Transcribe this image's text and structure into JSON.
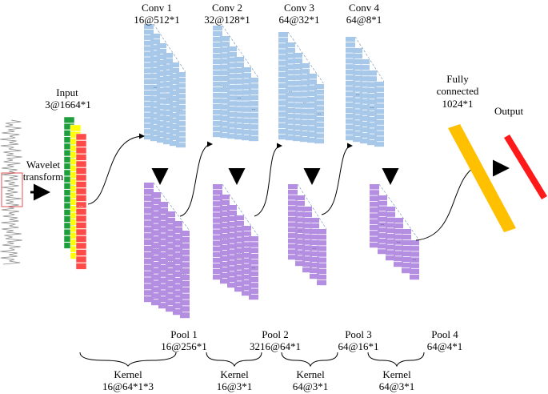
{
  "input": {
    "title": "Input",
    "shape": "3@1664*1"
  },
  "wavelet": {
    "line1": "Wavelet",
    "line2": "transform"
  },
  "conv_layers": [
    {
      "title": "Conv 1",
      "shape": "16@512*1"
    },
    {
      "title": "Conv 2",
      "shape": "32@128*1"
    },
    {
      "title": "Conv 3",
      "shape": "64@32*1"
    },
    {
      "title": "Conv 4",
      "shape": "64@8*1"
    }
  ],
  "pool_layers": [
    {
      "title": "Pool 1",
      "shape": "16@256*1"
    },
    {
      "title": "Pool 2",
      "shape": "3216@64*1"
    },
    {
      "title": "Pool 3",
      "shape": "64@16*1"
    },
    {
      "title": "Pool 4",
      "shape": "64@4*1"
    }
  ],
  "kernels": [
    {
      "title": "Kernel",
      "shape": "16@64*1*3"
    },
    {
      "title": "Kernel",
      "shape": "16@3*1"
    },
    {
      "title": "Kernel",
      "shape": "64@3*1"
    },
    {
      "title": "Kernel",
      "shape": "64@3*1"
    }
  ],
  "fully_connected": {
    "line1": "Fully",
    "line2": "connected",
    "shape": "1024*1"
  },
  "output": {
    "title": "Output"
  },
  "ellipsis": "...",
  "colors": {
    "conv": "#a8c8ea",
    "pool": "#b48ee0",
    "input_green": "#1e9e3c",
    "input_yellow": "#ffff00",
    "input_red": "#ff4a4a",
    "fully_connected": "#ffc000",
    "output": "#ff1a1a",
    "signal": "#888888",
    "highlight_box": "#e05050"
  }
}
